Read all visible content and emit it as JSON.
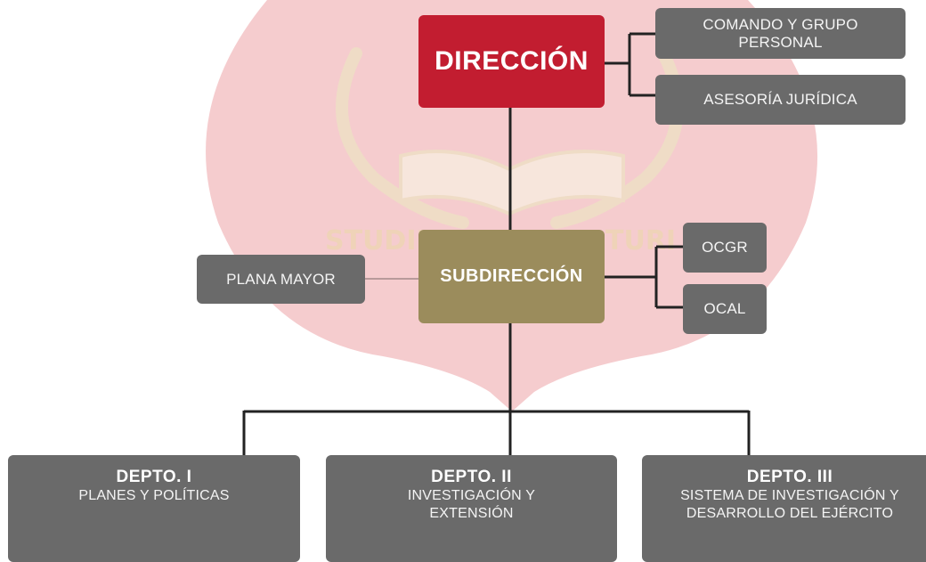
{
  "background": {
    "motto_left": "STUDIU",
    "motto_right": "TURI",
    "shield_color": "#f4c6c9",
    "emblem_color": "#efdcc6"
  },
  "colors": {
    "direccion": "#c21d30",
    "subdireccion": "#9b8c5c",
    "gray_box": "#6a6a6a",
    "connector": "#222222"
  },
  "direccion": {
    "label": "DIRECCIÓN"
  },
  "direccion_staff": [
    {
      "label": "COMANDO Y GRUPO PERSONAL"
    },
    {
      "label": "ASESORÍA JURÍDICA"
    }
  ],
  "subdireccion": {
    "label": "SUBDIRECCIÓN"
  },
  "subdireccion_staff": [
    {
      "label": "OCGR"
    },
    {
      "label": "OCAL"
    }
  ],
  "plana_mayor": {
    "label": "PLANA MAYOR"
  },
  "departments": [
    {
      "title": "DEPTO. I",
      "name": "PLANES Y POLÍTICAS"
    },
    {
      "title": "DEPTO. II",
      "name": "INVESTIGACIÓN Y EXTENSIÓN"
    },
    {
      "title": "DEPTO. III",
      "name": "SISTEMA DE INVESTIGACIÓN Y DESARROLLO DEL EJÉRCITO"
    }
  ]
}
